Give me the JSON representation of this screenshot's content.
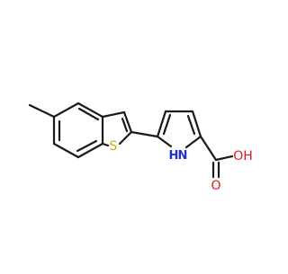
{
  "molecule": {
    "atom_labels": {
      "sulfur": "S",
      "nh": "H",
      "nh_n": "N",
      "oxygen_carbonyl": "O",
      "oxygen_hydroxyl": "OH"
    },
    "colors": {
      "bond": "#1a1a1a",
      "sulfur": "#c8b400",
      "nitrogen": "#1f2fd6",
      "oxygen": "#e0181b"
    }
  }
}
